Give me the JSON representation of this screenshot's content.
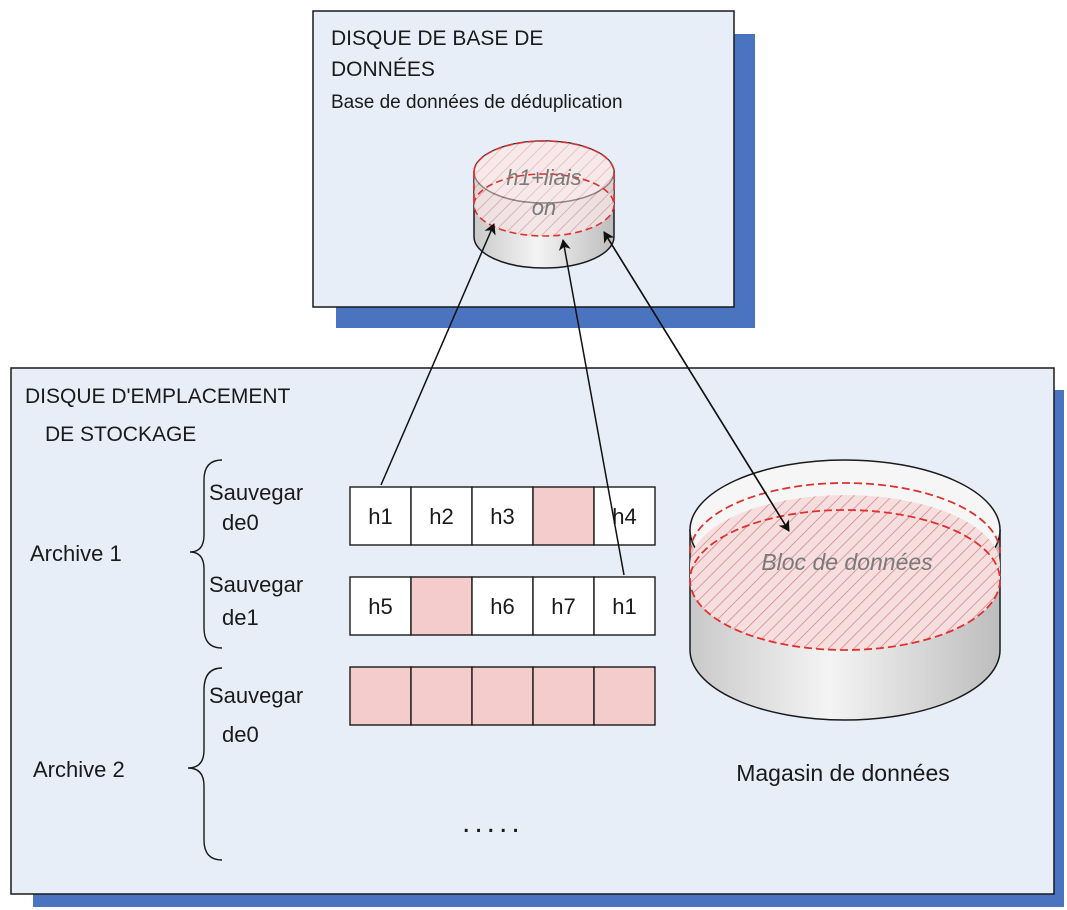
{
  "colors": {
    "panel_fill": "#e8eef8",
    "shadow": "#4a74c0",
    "cell_pink": "#f4cccc",
    "hatch": "#e9a0a0",
    "dash_red": "#e03030"
  },
  "db_panel": {
    "title_line1": "DISQUE DE BASE DE",
    "title_line2": "DONNÉES",
    "subtitle": "Base de données de déduplication",
    "cylinder_label_line1": "h1+liais",
    "cylinder_label_line2": "on"
  },
  "storage_panel": {
    "title_line1": "DISQUE D'EMPLACEMENT",
    "title_line2": "DE STOCKAGE",
    "archives": [
      {
        "label": "Archive 1",
        "backups": [
          {
            "label_line1": "Sauvegar",
            "label_line2": "de0",
            "cells": [
              "h1",
              "h2",
              "h3",
              "",
              "h4"
            ]
          },
          {
            "label_line1": "Sauvegar",
            "label_line2": "de1",
            "cells": [
              "h5",
              "",
              "h6",
              "h7",
              "h1"
            ]
          }
        ]
      },
      {
        "label": "Archive 2",
        "backups": [
          {
            "label_line1": "Sauvegar",
            "label_line2": "de0",
            "cells": [
              "",
              "",
              "",
              "",
              ""
            ]
          }
        ]
      }
    ],
    "ellipsis": ".....",
    "store_block_label": "Bloc de données",
    "store_label": "Magasin de données"
  }
}
